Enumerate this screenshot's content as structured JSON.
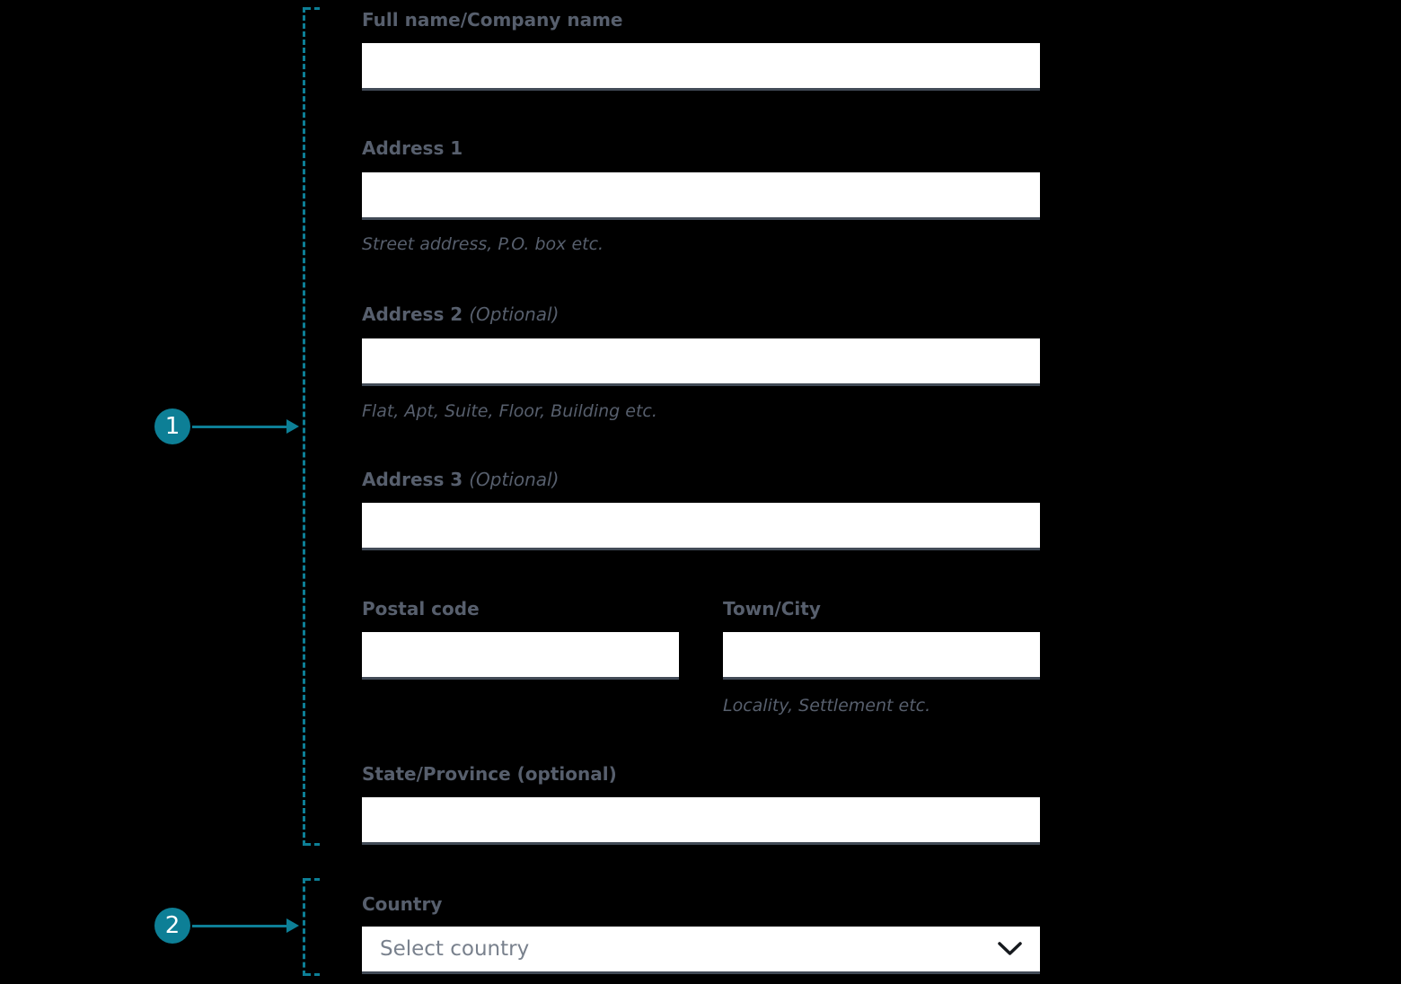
{
  "annotations": {
    "markers": [
      {
        "number": "1"
      },
      {
        "number": "2"
      }
    ]
  },
  "form": {
    "full_name": {
      "label": "Full name/Company name",
      "value": ""
    },
    "address1": {
      "label": "Address 1",
      "value": "",
      "helper": "Street address, P.O. box etc."
    },
    "address2": {
      "label": "Address 2",
      "label_suffix": "(Optional)",
      "value": "",
      "helper": "Flat, Apt, Suite, Floor, Building etc."
    },
    "address3": {
      "label": "Address 3",
      "label_suffix": "(Optional)",
      "value": ""
    },
    "postal_code": {
      "label": "Postal code",
      "value": ""
    },
    "town_city": {
      "label": "Town/City",
      "value": "",
      "helper": "Locality, Settlement etc."
    },
    "state_province": {
      "label": "State/Province (optional)",
      "value": ""
    },
    "country": {
      "label": "Country",
      "selected": "Select country"
    }
  },
  "icons": {
    "chevron": "chevron-down"
  },
  "colors": {
    "accent_teal": "#0d7f96",
    "label_gray": "#575f6d",
    "input_underline": "#424b57",
    "select_text": "#79818d",
    "background": "#000000",
    "input_background": "#ffffff"
  }
}
